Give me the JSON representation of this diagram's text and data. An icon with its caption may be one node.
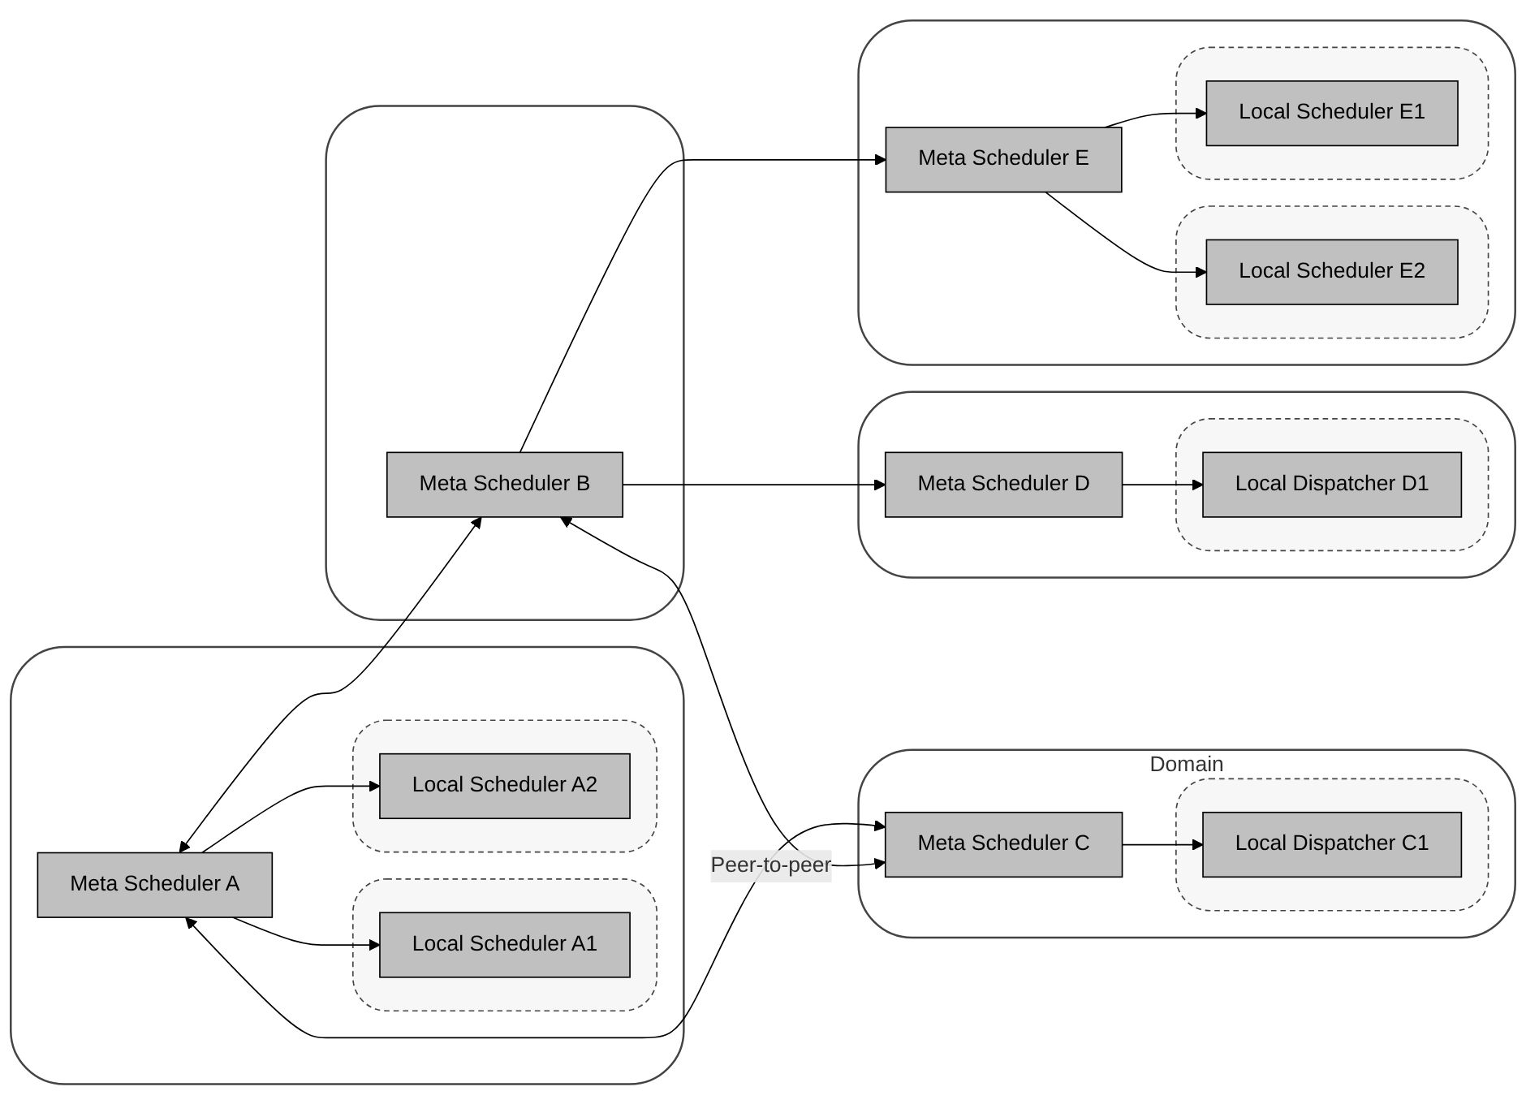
{
  "diagram": {
    "nodes": [
      {
        "text": [],
        "shape": "cloud"
      },
      {
        "text": [],
        "shape": "cloud",
        "in": 0
      },
      {
        "text": [
          "Local Scheduler A1"
        ],
        "in": 1
      },
      {
        "text": [
          "Meta Scheduler A"
        ],
        "in": 0
      },
      {
        "text": [],
        "shape": "cloud",
        "in": 0
      },
      {
        "text": [
          "Local Scheduler A2"
        ],
        "in": 4
      },
      {
        "text": [
          "Domain"
        ]
      },
      {
        "text": [
          "Meta Scheduler C"
        ],
        "in": 6
      },
      {
        "text": [],
        "shape": "cloud"
      },
      {
        "text": [
          "Meta Scheduler B"
        ],
        "in": 8
      },
      {
        "text": [],
        "shape": "cloud",
        "in": 6
      },
      {
        "text": [
          "Local Dispatcher C1"
        ],
        "in": 10
      },
      {
        "text": [],
        "shape": "cloud"
      },
      {
        "text": [
          "Meta Scheduler D"
        ],
        "in": 12
      },
      {
        "text": [],
        "shape": "cloud"
      },
      {
        "text": [
          "Meta Scheduler E"
        ],
        "in": 14
      },
      {
        "text": [],
        "shape": "cloud",
        "in": 12
      },
      {
        "text": [
          "Local Dispatcher D1"
        ],
        "in": 16
      },
      {
        "text": [],
        "shape": "cloud",
        "in": 14
      },
      {
        "text": [
          "Local Scheduler E2"
        ],
        "in": 18
      },
      {
        "text": [],
        "shape": "cloud",
        "in": 14
      },
      {
        "text": [
          "Local Scheduler E1"
        ],
        "in": 20
      }
    ],
    "edges": [
      {
        "from": 3,
        "to": 2,
        "arrow": "to"
      },
      {
        "from": 3,
        "to": 5,
        "arrow": "to"
      },
      {
        "from": 3,
        "to": 9,
        "arrow": "both"
      },
      {
        "from": 3,
        "to": 7,
        "arrow": "both"
      },
      {
        "from": 9,
        "to": 7,
        "arrow": "both",
        "label": "Peer-to-peer"
      },
      {
        "from": 7,
        "to": 11,
        "arrow": "to"
      },
      {
        "from": 9,
        "to": 13,
        "arrow": "to"
      },
      {
        "from": 9,
        "to": 15,
        "arrow": "to"
      },
      {
        "from": 13,
        "to": 17,
        "arrow": "to"
      },
      {
        "from": 15,
        "to": 21,
        "arrow": "to"
      },
      {
        "from": 15,
        "to": 19,
        "arrow": "to"
      }
    ]
  }
}
